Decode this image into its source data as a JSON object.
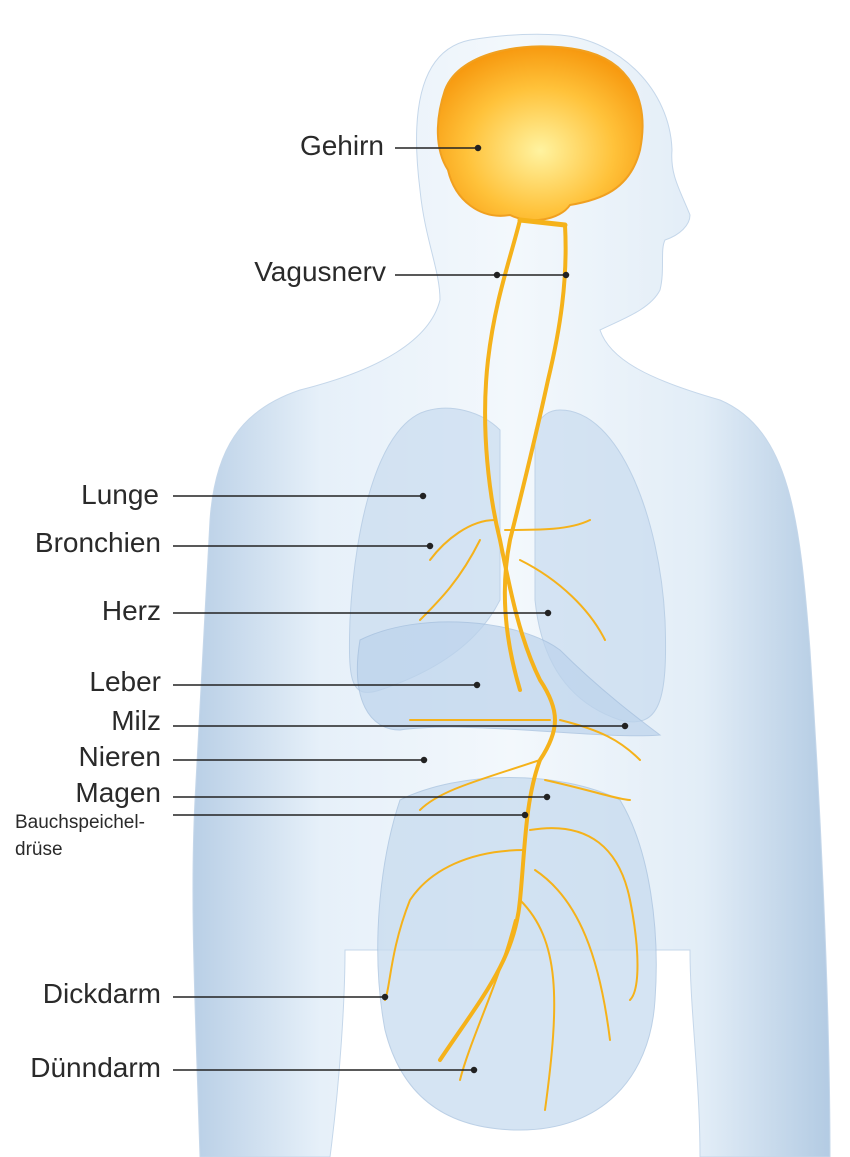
{
  "labels": {
    "gehirn": "Gehirn",
    "vagusnerv": "Vagusnerv",
    "lunge": "Lunge",
    "bronchien": "Bronchien",
    "herz": "Herz",
    "leber": "Leber",
    "milz": "Milz",
    "nieren": "Nieren",
    "magen": "Magen",
    "bauchspeicheldruese_1": "Bauchspeichel-",
    "bauchspeicheldruese_2": "drüse",
    "dickdarm": "Dickdarm",
    "duenndarm": "Dünndarm"
  },
  "colors": {
    "body": "#dce9f5",
    "nerve": "#f5b21a",
    "brain": "#ffb52e",
    "line": "#222222"
  }
}
